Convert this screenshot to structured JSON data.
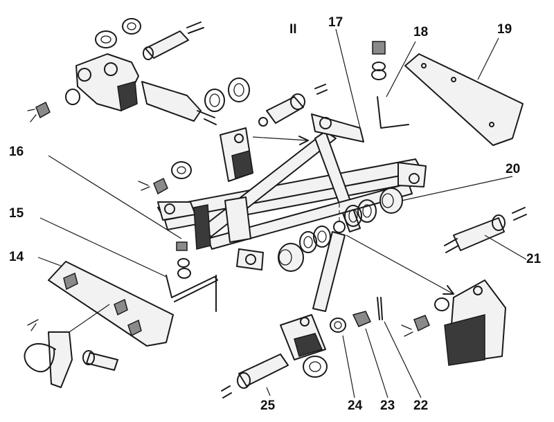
{
  "labels": {
    "section": "II",
    "p14": "14",
    "p15": "15",
    "p16": "16",
    "p17": "17",
    "p18": "18",
    "p19": "19",
    "p20": "20",
    "p21": "21",
    "p22": "22",
    "p23": "23",
    "p24": "24",
    "p25": "25"
  }
}
